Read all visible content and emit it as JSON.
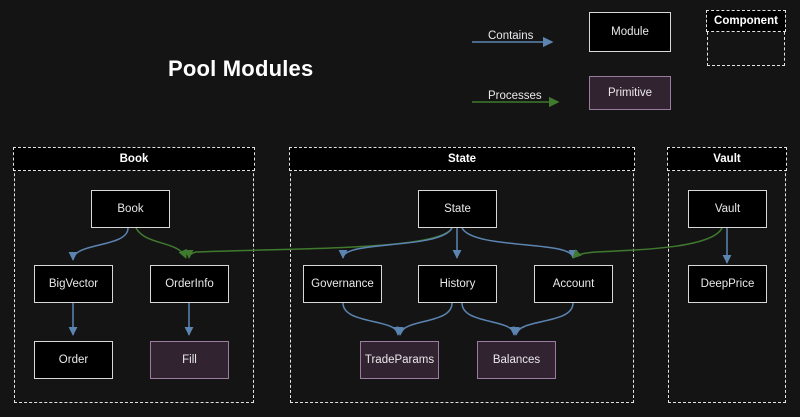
{
  "title": "Pool Modules",
  "colors": {
    "background": "#141414",
    "contains_edge": "#5b84b1",
    "processes_edge": "#3f7a2e",
    "module_fill": "#000000",
    "module_border": "#d8d8d8",
    "primitive_fill": "#322331",
    "primitive_border": "#9a7ca0",
    "component_border": "#e3e3e3",
    "text": "#e9e9ec"
  },
  "legend": {
    "contains_label": "Contains",
    "processes_label": "Processes",
    "module_label": "Module",
    "primitive_label": "Primitive",
    "component_label": "Component"
  },
  "components": [
    {
      "id": "book",
      "label": "Book"
    },
    {
      "id": "state",
      "label": "State"
    },
    {
      "id": "vault",
      "label": "Vault"
    }
  ],
  "nodes": [
    {
      "id": "book",
      "label": "Book",
      "type": "module",
      "component": "book"
    },
    {
      "id": "bigvector",
      "label": "BigVector",
      "type": "module",
      "component": "book"
    },
    {
      "id": "orderinfo",
      "label": "OrderInfo",
      "type": "module",
      "component": "book"
    },
    {
      "id": "order",
      "label": "Order",
      "type": "module",
      "component": "book"
    },
    {
      "id": "fill",
      "label": "Fill",
      "type": "primitive",
      "component": "book"
    },
    {
      "id": "state",
      "label": "State",
      "type": "module",
      "component": "state"
    },
    {
      "id": "governance",
      "label": "Governance",
      "type": "module",
      "component": "state"
    },
    {
      "id": "history",
      "label": "History",
      "type": "module",
      "component": "state"
    },
    {
      "id": "account",
      "label": "Account",
      "type": "module",
      "component": "state"
    },
    {
      "id": "tradeparams",
      "label": "TradeParams",
      "type": "primitive",
      "component": "state"
    },
    {
      "id": "balances",
      "label": "Balances",
      "type": "primitive",
      "component": "state"
    },
    {
      "id": "vault",
      "label": "Vault",
      "type": "module",
      "component": "vault"
    },
    {
      "id": "deepprice",
      "label": "DeepPrice",
      "type": "module",
      "component": "vault"
    }
  ],
  "edges": [
    {
      "from": "book",
      "to": "bigvector",
      "kind": "contains"
    },
    {
      "from": "bigvector",
      "to": "order",
      "kind": "contains"
    },
    {
      "from": "orderinfo",
      "to": "fill",
      "kind": "contains"
    },
    {
      "from": "state",
      "to": "governance",
      "kind": "contains"
    },
    {
      "from": "state",
      "to": "history",
      "kind": "contains"
    },
    {
      "from": "state",
      "to": "account",
      "kind": "contains"
    },
    {
      "from": "governance",
      "to": "tradeparams",
      "kind": "contains"
    },
    {
      "from": "history",
      "to": "tradeparams",
      "kind": "contains"
    },
    {
      "from": "history",
      "to": "balances",
      "kind": "contains"
    },
    {
      "from": "account",
      "to": "balances",
      "kind": "contains"
    },
    {
      "from": "vault",
      "to": "deepprice",
      "kind": "contains"
    },
    {
      "from": "book",
      "to": "orderinfo",
      "kind": "processes"
    },
    {
      "from": "state",
      "to": "orderinfo",
      "kind": "processes"
    },
    {
      "from": "vault",
      "to": "account",
      "kind": "processes"
    }
  ]
}
